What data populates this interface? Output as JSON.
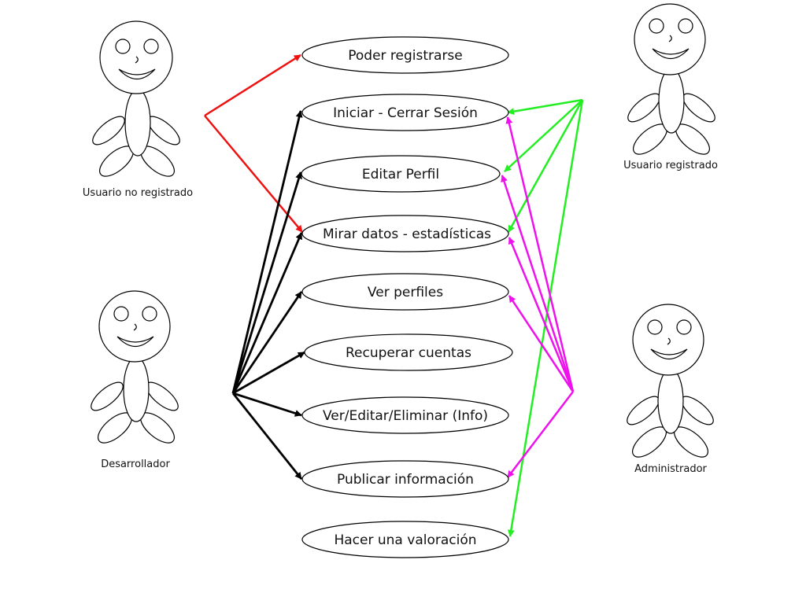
{
  "diagram": {
    "colors": {
      "no_registrado": "#ee1111",
      "desarrollador": "#000000",
      "registrado": "#22ee22",
      "administrador": "#ee11ee"
    },
    "use_cases": [
      "Poder registrarse",
      "Iniciar - Cerrar Sesión",
      "Editar Perfil",
      "Mirar datos - estadísticas",
      "Ver perfiles",
      "Recuperar cuentas",
      "Ver/Editar/Eliminar (Info)",
      "Publicar información",
      "Hacer una valoración"
    ],
    "actors": {
      "no_registrado": "Usuario no registrado",
      "desarrollador": "Desarrollador",
      "registrado": "Usuario registrado",
      "administrador": "Administrador"
    }
  }
}
